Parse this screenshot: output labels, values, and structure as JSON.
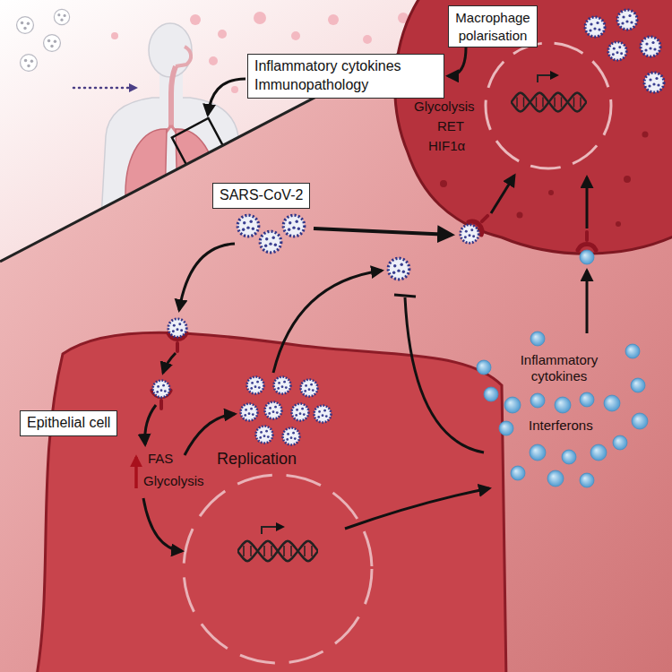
{
  "diagram": {
    "nodes": [
      {
        "text": [
          "Inflammatory cytokines",
          "Immunopathology"
        ]
      },
      {
        "text": [
          "Macrophage polarisation"
        ]
      },
      {
        "text": [
          "SARS-CoV-2"
        ]
      },
      {
        "text": [
          "Epithelial cell"
        ]
      }
    ],
    "edges": [
      {
        "from": 1,
        "to": 0,
        "arrow": "to"
      }
    ],
    "labels": [
      "Glycolysis",
      "RET",
      "HIF1α",
      "Replication",
      "FAS",
      "Glycolysis",
      "Inflammatory cytokines",
      "Interferons"
    ]
  }
}
